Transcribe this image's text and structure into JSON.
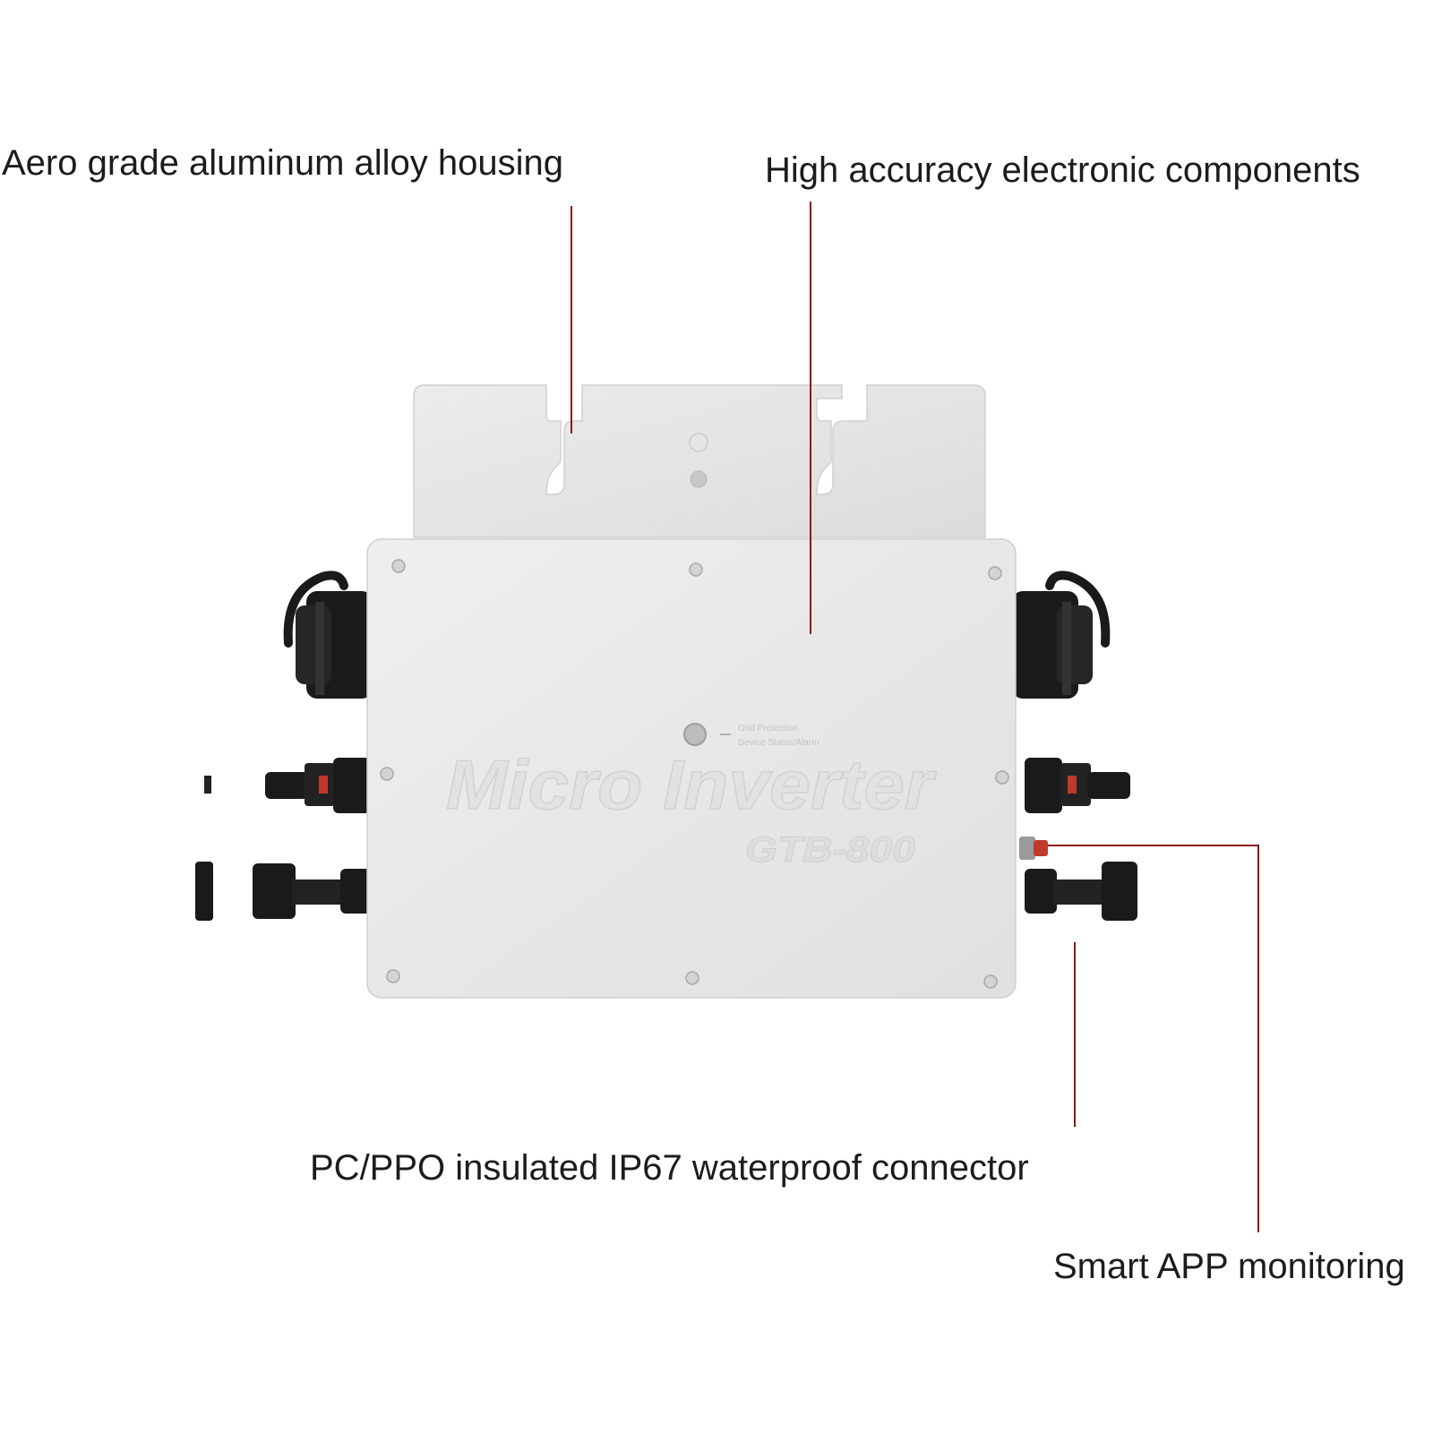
{
  "callouts": {
    "housing": "Aero grade aluminum alloy housing",
    "components": "High accuracy electronic components",
    "connector": "PC/PPO insulated IP67 waterproof connector",
    "app": "Smart APP monitoring"
  },
  "product": {
    "title": "Micro Inverter",
    "model": "GTB-800",
    "indicator_text_line1": "Grid Protection",
    "indicator_text_line2": "Device Status/Alarm"
  },
  "colors": {
    "leader_line": "#8b1a1a",
    "housing": "#e6e6e6",
    "connector": "#1a1a1a",
    "app_button": "#c0392b"
  }
}
